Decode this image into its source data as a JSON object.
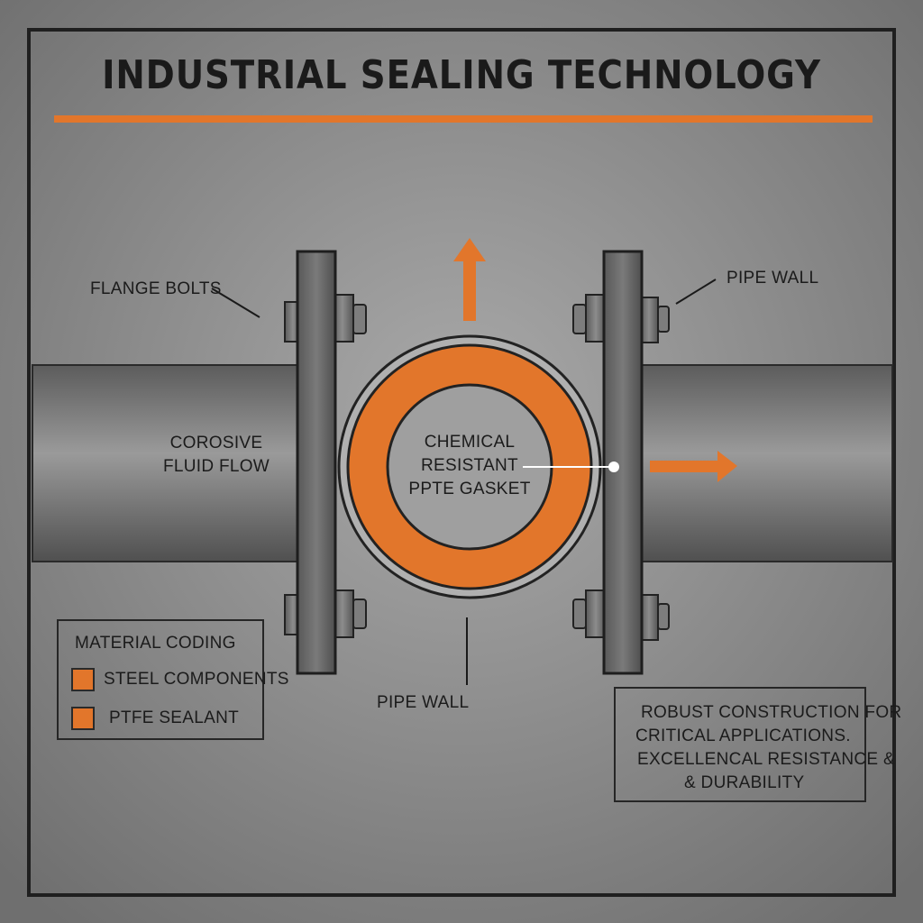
{
  "title": "INDUSTRIAL SEALING TECHNOLOGY",
  "labels": {
    "flange_bolts": "FLANGE BOLTS",
    "pipe_wall_top": "PIPE WALL",
    "fluid_line1": "COROSIVE",
    "fluid_line2": "FLUID FLOW",
    "gasket_line1": "CHEMICAL",
    "gasket_line2": "RESISTANT",
    "gasket_line3": "PPTE GASKET",
    "pipe_wall_bottom": "PIPE WALL"
  },
  "legend": {
    "title": "MATERIAL CODING",
    "items": [
      {
        "label": "STEEL COMPONENTS"
      },
      {
        "label": "PTFE SEALANT"
      }
    ]
  },
  "note": {
    "line1": "ROBUST CONSTRUCTION FOR",
    "line2": "CRITICAL APPLICATIONS.",
    "line3": "EXCELLENCAL RESISTANCE &",
    "line4": "& DURABILITY"
  },
  "colors": {
    "accent": "#e2762b",
    "background": "#8e8e8e",
    "steel": "#6b6b6b",
    "outline": "#222222"
  }
}
